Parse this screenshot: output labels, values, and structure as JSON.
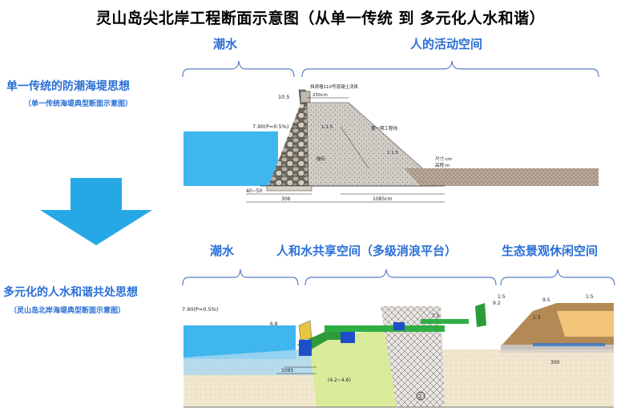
{
  "title": "灵山岛尖北岸工程断面示意图（从单一传统 到 多元化人水和谐）",
  "top": {
    "label_tide": "潮水",
    "label_human": "人的活动空间",
    "left_title": "单一传统的防潮海堤思想",
    "left_sub": "（单一传统海堤典型断面示意图）",
    "notes": {
      "elev_top": "10.5",
      "wall_note": "挡浪墙110号混凝土浇筑",
      "w250": "250cm",
      "water_level": "7.90(P=0.5%)",
      "slope1": "1:1.5",
      "slope2": "1:1.5",
      "stone": "抛石",
      "fill": "第一期工程线",
      "unit1": "尺寸:cm",
      "unit2": "高程:m",
      "d4050": "40~50",
      "d306": "306",
      "d1085": "1085cm"
    }
  },
  "bottom": {
    "label_tide": "潮水",
    "label_shared": "人和水共享空间（多级消浪平台）",
    "label_eco": "生态景观休闲空间",
    "left_title": "多元化的人水和谐共处思想",
    "left_sub": "（灵山岛北岸海堤典型断面示意图）",
    "notes": {
      "water_level": "7.90(P=0.5%)",
      "elev_68": "6.8",
      "elev_75": "7.5",
      "elev_92": "9.2",
      "elev_95": "9.5",
      "slope_a": "1:5",
      "slope_b": "1:5",
      "slope_c": "1:3",
      "d300": "300",
      "d1095": "1095",
      "range": "(4.2~4.6)",
      "circle2": "2"
    }
  }
}
